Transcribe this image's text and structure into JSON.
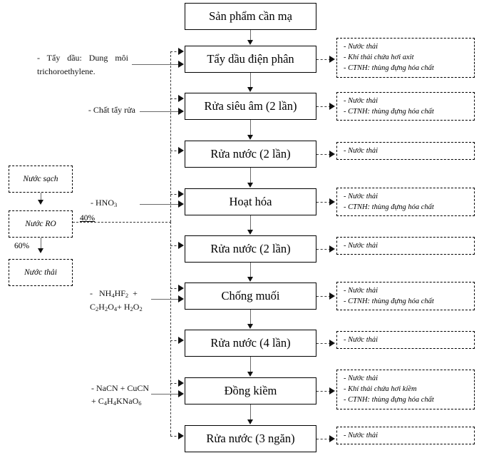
{
  "diagram": {
    "title": "Quy trinh ma dien - electroplating process flow",
    "process_steps": [
      {
        "id": "step-1",
        "label": "Sản phẩm cần mạ"
      },
      {
        "id": "step-2",
        "label": "Tẩy dầu điện phân"
      },
      {
        "id": "step-3",
        "label": "Rửa siêu âm (2 lần)"
      },
      {
        "id": "step-4",
        "label": "Rửa nước (2 lần)"
      },
      {
        "id": "step-5",
        "label": "Hoạt hóa"
      },
      {
        "id": "step-6",
        "label": "Rửa nước (2 lần)"
      },
      {
        "id": "step-7",
        "label": "Chống muối"
      },
      {
        "id": "step-8",
        "label": "Rửa nước (4 lần)"
      },
      {
        "id": "step-9",
        "label": "Đồng kiềm"
      },
      {
        "id": "step-10",
        "label": "Rửa nước (3 ngăn)"
      }
    ],
    "waste_outputs": [
      {
        "for_step": "Tẩy dầu điện phân",
        "lines": [
          "- Nước thải",
          "- Khí thải chứa hơi axit",
          "- CTNH: thùng đựng hóa chất"
        ]
      },
      {
        "for_step": "Rửa siêu âm (2 lần)",
        "lines": [
          "- Nước thải",
          "- CTNH: thùng đựng hóa chất"
        ]
      },
      {
        "for_step": "Rửa nước (2 lần)",
        "lines": [
          "- Nước thải"
        ]
      },
      {
        "for_step": "Hoạt hóa",
        "lines": [
          "- Nước thải",
          "- CTNH: thùng đựng hóa chất"
        ]
      },
      {
        "for_step": "Rửa nước (2 lần)",
        "lines": [
          "- Nước thải"
        ]
      },
      {
        "for_step": "Chống muối",
        "lines": [
          "- Nước thải",
          "- CTNH: thùng đựng hóa chất"
        ]
      },
      {
        "for_step": "Rửa nước (4 lần)",
        "lines": [
          "- Nước thải"
        ]
      },
      {
        "for_step": "Đồng kiềm",
        "lines": [
          "- Nước thải",
          "- Khí thải chứa hơi kiềm",
          "- CTNH: thùng đựng hóa chất"
        ]
      },
      {
        "for_step": "Rửa nước (3 ngăn)",
        "lines": [
          "- Nước thải"
        ]
      }
    ],
    "input_annotations": {
      "degrease": "-  Tẩy dầu: Dung môi trichoroethylene.",
      "detergent": "- Chất tẩy rửa",
      "activation_line1": "- HNO",
      "activation_sub": "3",
      "antisalt_line1_pre": "-    NH",
      "antisalt_line1": "- NH4HF2 +",
      "antisalt_line2": "C2H2O4 + H2O2",
      "copper_line1": "- NaCN + CuCN",
      "copper_line2": "+ C4H4KNaO6"
    },
    "water_system": {
      "boxes": [
        {
          "id": "water-clean",
          "label": "Nước sạch"
        },
        {
          "id": "water-ro",
          "label": "Nước RO"
        },
        {
          "id": "water-waste",
          "label": "Nước thải"
        }
      ],
      "ro_split_to_process": "40%",
      "ro_split_to_waste": "60%"
    }
  }
}
